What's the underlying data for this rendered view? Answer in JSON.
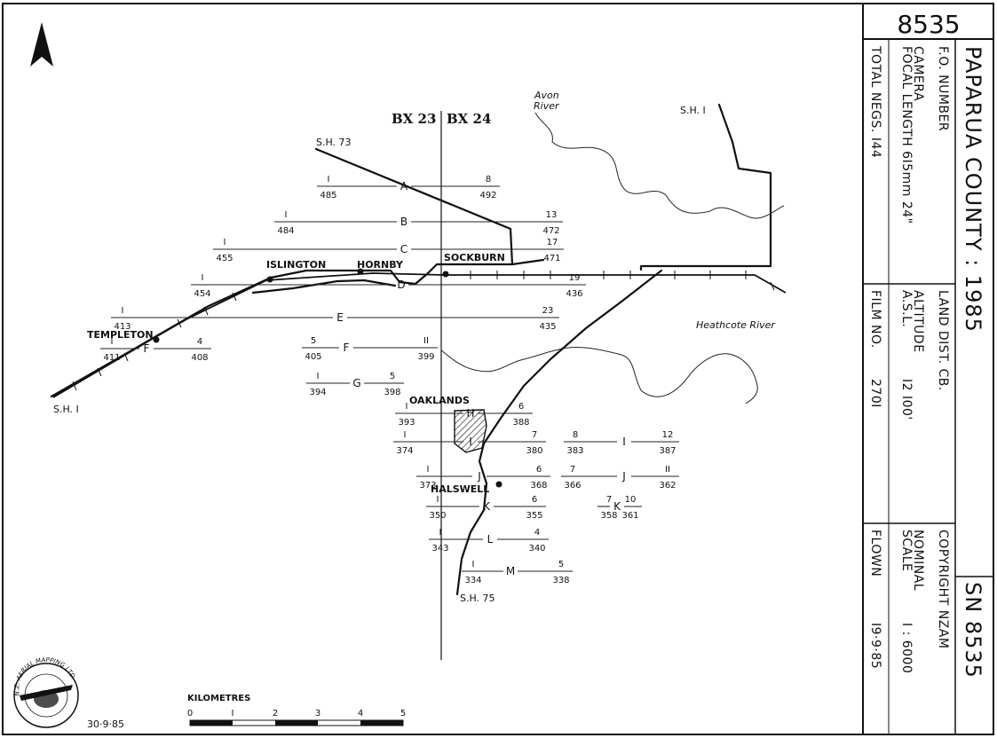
{
  "north_label": "N",
  "block_labels": {
    "left": "BX 23",
    "right": "BX 24"
  },
  "places": {
    "islington": "ISLINGTON",
    "hornby": "HORNBY",
    "sockburn": "SOCKBURN",
    "templeton": "TEMPLETON",
    "oaklands": "OAKLANDS",
    "halswell": "HALSWELL"
  },
  "roads": {
    "sh73": "S.H. 73",
    "sh1_ne": "S.H. I",
    "sh1_sw": "S.H. I",
    "sh75": "S.H. 75"
  },
  "rivers": {
    "avon_1": "Avon",
    "avon_2": "River",
    "heathcote": "Heathcote River"
  },
  "runs": {
    "A": {
      "letter": "A",
      "ln": "I",
      "ld": "485",
      "rn": "8",
      "rd": "492"
    },
    "B": {
      "letter": "B",
      "ln": "I",
      "ld": "484",
      "rn": "13",
      "rd": "472"
    },
    "C": {
      "letter": "C",
      "ln": "I",
      "ld": "455",
      "rn": "17",
      "rd": "471"
    },
    "D": {
      "letter": "D",
      "ln": "I",
      "ld": "454",
      "rn": "19",
      "rd": "436"
    },
    "E": {
      "letter": "E",
      "ln": "I",
      "ld": "413",
      "rn": "23",
      "rd": "435"
    },
    "F1": {
      "letter": "F",
      "ln": "I",
      "ld": "411",
      "rn": "4",
      "rd": "408"
    },
    "F2": {
      "letter": "F",
      "ln": "5",
      "ld": "405",
      "rn": "II",
      "rd": "399"
    },
    "G": {
      "letter": "G",
      "ln": "I",
      "ld": "394",
      "rn": "5",
      "rd": "398"
    },
    "H": {
      "letter": "H",
      "ln": "I",
      "ld": "393",
      "rn": "6",
      "rd": "388"
    },
    "I1": {
      "letter": "I",
      "ln": "I",
      "ld": "374",
      "rn": "7",
      "rd": "380"
    },
    "I2": {
      "letter": "I",
      "ln": "8",
      "ld": "383",
      "rn": "12",
      "rd": "387"
    },
    "J1": {
      "letter": "J",
      "ln": "I",
      "ld": "373",
      "rn": "6",
      "rd": "368"
    },
    "J2": {
      "letter": "J",
      "ln": "7",
      "ld": "366",
      "rn": "II",
      "rd": "362"
    },
    "K1": {
      "letter": "K",
      "ln": "I",
      "ld": "350",
      "rn": "6",
      "rd": "355"
    },
    "K2": {
      "letter": "K",
      "ln": "7",
      "ld": "358",
      "rn": "10",
      "rd": "361"
    },
    "L": {
      "letter": "L",
      "ln": "I",
      "ld": "343",
      "rn": "4",
      "rd": "340"
    },
    "M": {
      "letter": "M",
      "ln": "I",
      "ld": "334",
      "rn": "5",
      "rd": "338"
    }
  },
  "logo_text": "N.Z. AERIAL MAPPING LTD.",
  "date_bottom": "30·9·85",
  "scale_bar": {
    "title": "KILOMETRES",
    "ticks": [
      "0",
      "I",
      "2",
      "3",
      "4",
      "5"
    ]
  },
  "title_block": {
    "number_top": "8535",
    "title": "PAPARUA COUNTY : 1985",
    "sn": "SN 8535",
    "fo_number": "F.O. NUMBER",
    "land_dist": "LAND DIST. CB.",
    "copyright": "COPYRIGHT NZAM",
    "camera": "CAMERA",
    "focal": "FOCAL LENGTH 6I5mm 24\"",
    "altitude_label": "ALTITUDE",
    "altitude_sub": "A.S.L.",
    "altitude_value": "I2 I00'",
    "nominal": "NOMINAL",
    "scale_label": "SCALE",
    "scale_value": "I : 6000",
    "total_negs": "TOTAL NEGS.  I44",
    "film_no_label": "FILM NO.",
    "film_no_value": "270I",
    "flown_label": "FLOWN",
    "flown_value": "I9·9·85"
  }
}
